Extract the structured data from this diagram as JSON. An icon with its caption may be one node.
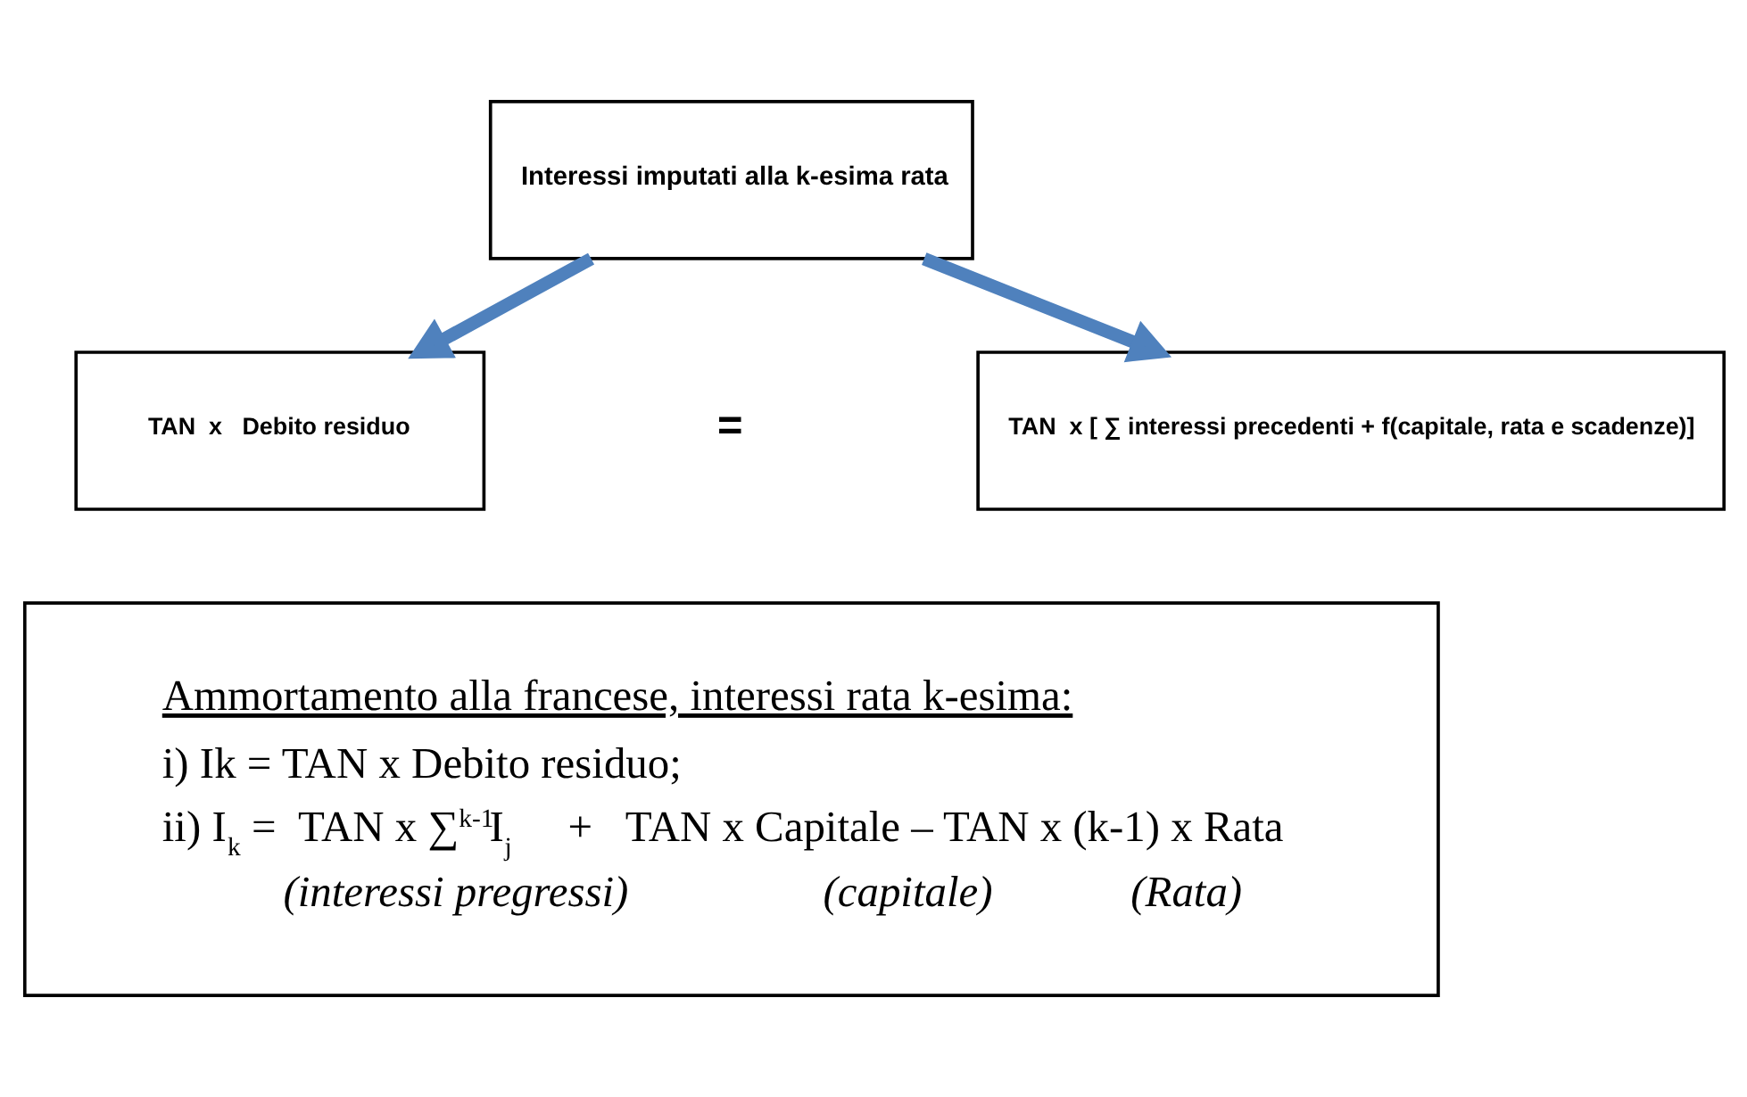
{
  "diagram": {
    "nodes": [
      {
        "text": [
          "Interessi imputati alla k-esima rata"
        ]
      },
      {
        "text": [
          "TAN  x   Debito residuo"
        ]
      },
      {
        "text": [
          "TAN  x [ ∑ interessi precedenti + f(capitale, rata e scadenze)]"
        ]
      },
      {
        "text": [
          "Ammortamento alla francese, interessi rata k-esima:",
          "i) Ik = TAN x Debito residuo;",
          "ii) I$_{k}$ =  TAN x ∑$^{k-1}$I$_{j}$     +   TAN x Capitale – TAN x (k-1) x Rata",
          "(interessi pregressi)",
          "(capitale)",
          "(Rata)"
        ]
      }
    ],
    "edges": [
      {
        "from": 0,
        "to": 1,
        "arrow": "to"
      },
      {
        "from": 0,
        "to": 2,
        "arrow": "to"
      }
    ],
    "labels": [
      "="
    ]
  }
}
